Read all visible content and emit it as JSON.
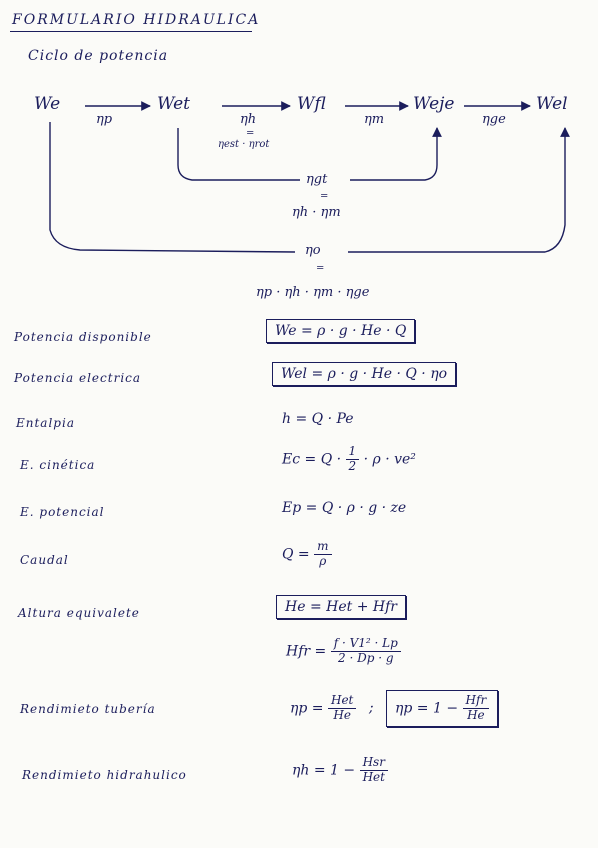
{
  "header": {
    "title": "FORMULARIO HIDRAULICA",
    "subtitle": "Ciclo de potencia"
  },
  "diagram": {
    "nodes": {
      "we": "We",
      "wet": "Wet",
      "wfl": "Wfl",
      "weje": "Weje",
      "wel": "Wel"
    },
    "efficiencies": {
      "np": "ηp",
      "nh": "ηh",
      "nh_eq": "=",
      "nh_def": "ηest · ηrot",
      "nm": "ηm",
      "nge": "ηge"
    },
    "ngt": {
      "label": "ηgt",
      "eq": "=",
      "def": "ηh · ηm"
    },
    "no": {
      "label": "ηo",
      "eq": "=",
      "def": "ηp · ηh · ηm · ηge"
    }
  },
  "formulas": [
    {
      "label": "Potencia disponible",
      "formula": "We = ρ · g · He · Q"
    },
    {
      "label": "Potencia electrica",
      "formula": "Wel = ρ · g · He · Q · ηo"
    },
    {
      "label": "Entalpia",
      "formula": "h = Q · Pe"
    },
    {
      "label": "E. cinética",
      "formula_pre": "Ec = Q ·",
      "frac_num": "1",
      "frac_den": "2",
      "formula_post": "· ρ · ve²"
    },
    {
      "label": "E. potencial",
      "formula": "Ep = Q · ρ · g · ze"
    },
    {
      "label": "Caudal",
      "formula_pre": "Q =",
      "frac_num": "m",
      "frac_den": "ρ"
    },
    {
      "label": "Altura equivalete",
      "formula": "He = Het + Hfr"
    },
    {
      "formula_pre": "Hfr =",
      "frac_num": "f · V1² · Lp",
      "frac_den": "2 · Dp · g"
    },
    {
      "label": "Rendimieto tubería",
      "formula_pre": "ηp =",
      "frac_num": "Het",
      "frac_den": "He",
      "sep": ";",
      "boxed_pre": "ηp = 1 −",
      "boxed_frac_num": "Hfr",
      "boxed_frac_den": "He"
    },
    {
      "label": "Rendimieto hidrahulico",
      "formula_pre": "ηh = 1 −",
      "frac_num": "Hsr",
      "frac_den": "Het"
    }
  ]
}
